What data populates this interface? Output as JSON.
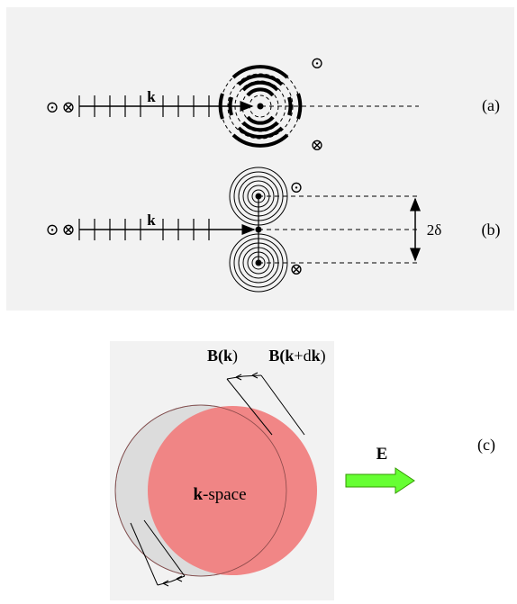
{
  "panel_a": {
    "label": "(a)",
    "wavevector": "k",
    "symbol_out": "⊙",
    "symbol_in": "⊗",
    "symbol_top": "⊙",
    "symbol_bottom": "⊗"
  },
  "panel_b": {
    "label": "(b)",
    "wavevector": "k",
    "symbol_out": "⊙",
    "symbol_in": "⊗",
    "symbol_top": "⊙",
    "symbol_bottom": "⊗",
    "separation": "2δ"
  },
  "panel_c": {
    "label": "(c)",
    "b_label_1_main": "B(",
    "b_label_1_k": "k",
    "b_label_1_end": ")",
    "b_label_2_main": "B(",
    "b_label_2_k": "k",
    "b_label_2_plus": "+d",
    "b_label_2_k2": "k",
    "b_label_2_end": ")",
    "kspace_bold": "k",
    "kspace_rest": "-space",
    "field_label": "E"
  },
  "colors": {
    "panel_bg": "#f2f2f2",
    "red_sphere": "#f08080",
    "gray_sphere": "#dcdcdc",
    "green_arrow": "#66ff33"
  }
}
